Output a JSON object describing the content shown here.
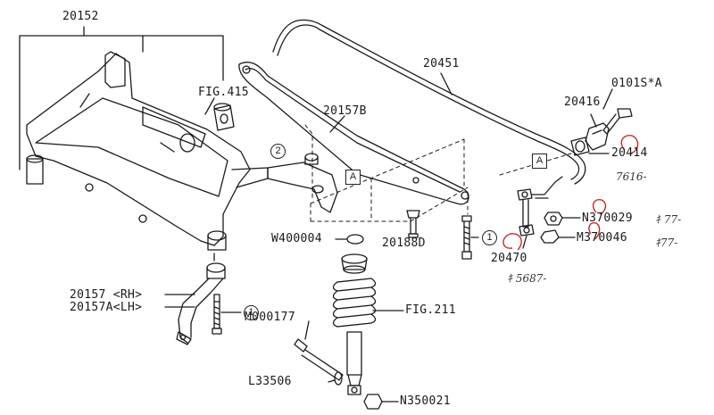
{
  "labels": {
    "crossmember": "20152",
    "fig415": "FIG.415",
    "stabilizer": "20451",
    "support_b": "20157B",
    "bolt_0101": "0101S*A",
    "bracket": "20416",
    "bushing": "20414",
    "washer_w": "W400004",
    "bolt_20188": "20188D",
    "nut_n370029": "N370029",
    "nut_m370046": "M370046",
    "link": "20470",
    "arm_rh": "20157 <RH>",
    "arm_lh": "20157A<LH>",
    "strut": "FIG.211",
    "bolt_m": "M000177",
    "washer_l": "L33506",
    "nut_n350021": "N350021"
  },
  "callouts": {
    "one": "1",
    "two": "2",
    "ref_a": "A"
  },
  "handwritten": {
    "price_20414": "7616-",
    "price_n370029": "ｷ 77-",
    "price_m370046": "ｷ77-",
    "price_20470": "ｷ 5687-"
  },
  "colors": {
    "ink": "#1a1a1a",
    "pencil": "#444444",
    "red_marks": "#c82828"
  }
}
